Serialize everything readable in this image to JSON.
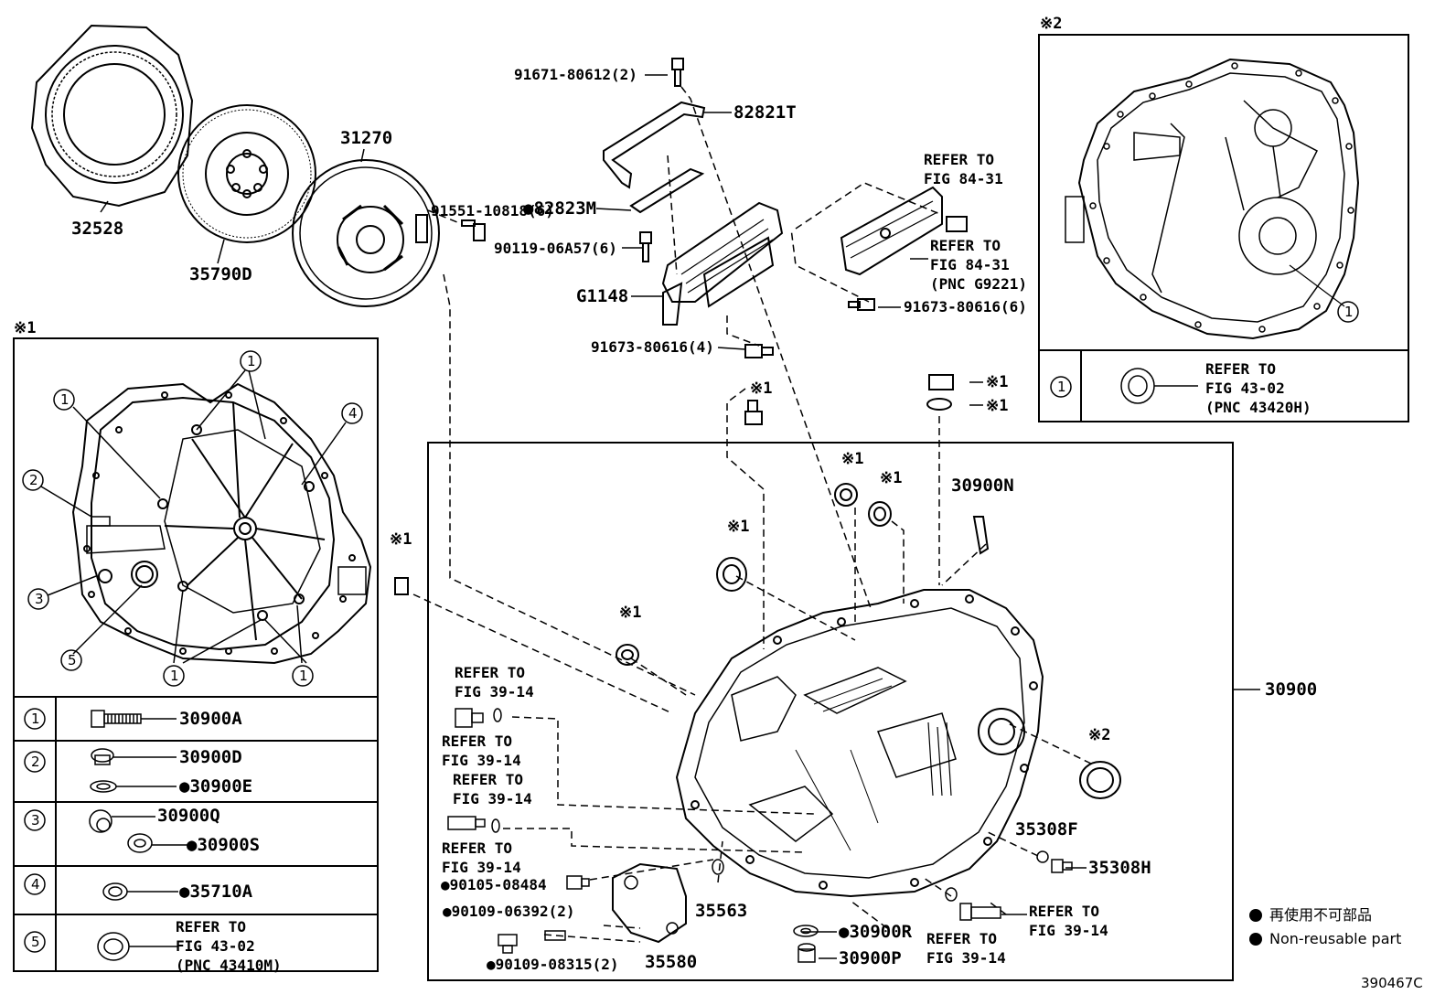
{
  "diagram": {
    "code": "390467C",
    "legend": {
      "jp": "再使用不可部品",
      "en": "Non-reusable part"
    },
    "markers": {
      "note1": "※1",
      "note2": "※2"
    },
    "callouts": {
      "n1": "1",
      "n2": "2",
      "n3": "3",
      "n4": "4",
      "n5": "5"
    },
    "parts": {
      "p32528": "32528",
      "p35790D": "35790D",
      "p31270": "31270",
      "p91551": "91551-10818(6)",
      "p82823M": "●82823M",
      "p90119": "90119-06A57(6)",
      "p91671": "91671-80612(2)",
      "p82821T": "82821T",
      "pG1148": "G1148",
      "p91673a": "91673-80616(4)",
      "p91673b": "91673-80616(6)",
      "p30900N": "30900N",
      "p30900": "30900",
      "p35308F": "35308F",
      "p35308H": "35308H",
      "p35563": "35563",
      "p35580": "35580",
      "p30900R": "●30900R",
      "p30900P": "30900P",
      "p90105": "●90105-08484",
      "p90109a": "●90109-06392(2)",
      "p90109b": "●90109-08315(2)"
    },
    "refs": {
      "r8431a": [
        "REFER TO",
        "FIG 84-31"
      ],
      "r8431b": [
        "REFER TO",
        "FIG 84-31",
        "(PNC G9221)"
      ],
      "r3914a": [
        "REFER TO",
        "FIG 39-14"
      ],
      "r3914b": [
        "REFER TO",
        "FIG 39-14"
      ],
      "r3914c": [
        "REFER TO",
        "FIG 39-14"
      ],
      "r3914d": [
        "REFER TO",
        "FIG 39-14"
      ],
      "r3914e": [
        "REFER TO",
        "FIG 39-14"
      ],
      "r3914f": [
        "REFER TO",
        "FIG 39-14"
      ]
    },
    "table1": [
      {
        "no": "1",
        "parts": [
          "30900A"
        ]
      },
      {
        "no": "2",
        "parts": [
          "30900D",
          "●30900E"
        ]
      },
      {
        "no": "3",
        "parts": [
          "30900Q",
          "●30900S"
        ]
      },
      {
        "no": "4",
        "parts": [
          "●35710A"
        ]
      },
      {
        "no": "5",
        "parts": [
          "REFER TO",
          "FIG 43-02",
          "(PNC 43410M)"
        ]
      }
    ],
    "table2": [
      {
        "no": "1",
        "parts": [
          "REFER TO",
          "FIG 43-02",
          "(PNC 43420H)"
        ]
      }
    ]
  }
}
